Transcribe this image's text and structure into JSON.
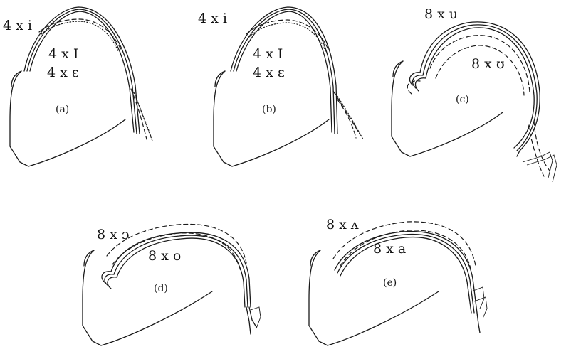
{
  "panels": [
    {
      "id": "a",
      "caption": "(a)",
      "labels": [
        "4 x i",
        "4 x I",
        "4 x ε"
      ]
    },
    {
      "id": "b",
      "caption": "(b)",
      "labels": [
        "4 x i",
        "4 x I",
        "4 x ε"
      ]
    },
    {
      "id": "c",
      "caption": "(c)",
      "labels": [
        "8 x u",
        "8 x ʊ"
      ]
    },
    {
      "id": "d",
      "caption": "(d)",
      "labels": [
        "8 x ɔ",
        "8 x o"
      ]
    },
    {
      "id": "e",
      "caption": "(e)",
      "labels": [
        "8 x ʌ",
        "8 x a"
      ]
    }
  ]
}
